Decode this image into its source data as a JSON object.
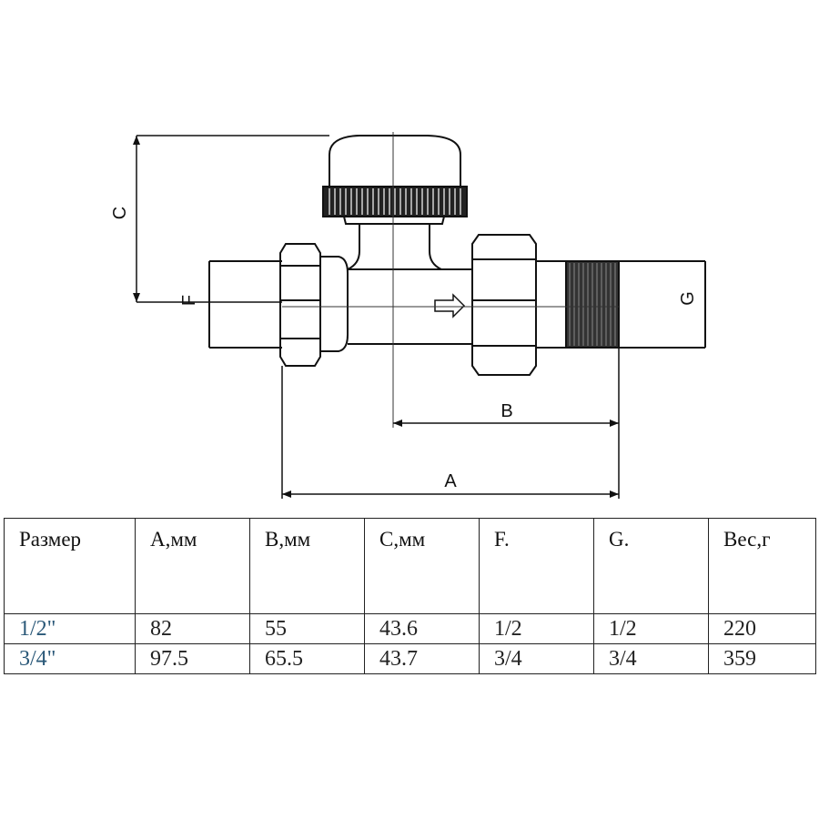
{
  "diagram": {
    "dimension_labels": {
      "a": "A",
      "b": "B",
      "c": "C",
      "f": "F",
      "g": "G"
    }
  },
  "table": {
    "headers": [
      "Размер",
      "А,мм",
      "B,мм",
      "C,мм",
      "F.",
      "G.",
      "Вес,г"
    ],
    "rows": [
      [
        "1/2\"",
        "82",
        "55",
        "43.6",
        "1/2",
        "1/2",
        "220"
      ],
      [
        "3/4\"",
        "97.5",
        "65.5",
        "43.7",
        "3/4",
        "3/4",
        "359"
      ]
    ]
  }
}
